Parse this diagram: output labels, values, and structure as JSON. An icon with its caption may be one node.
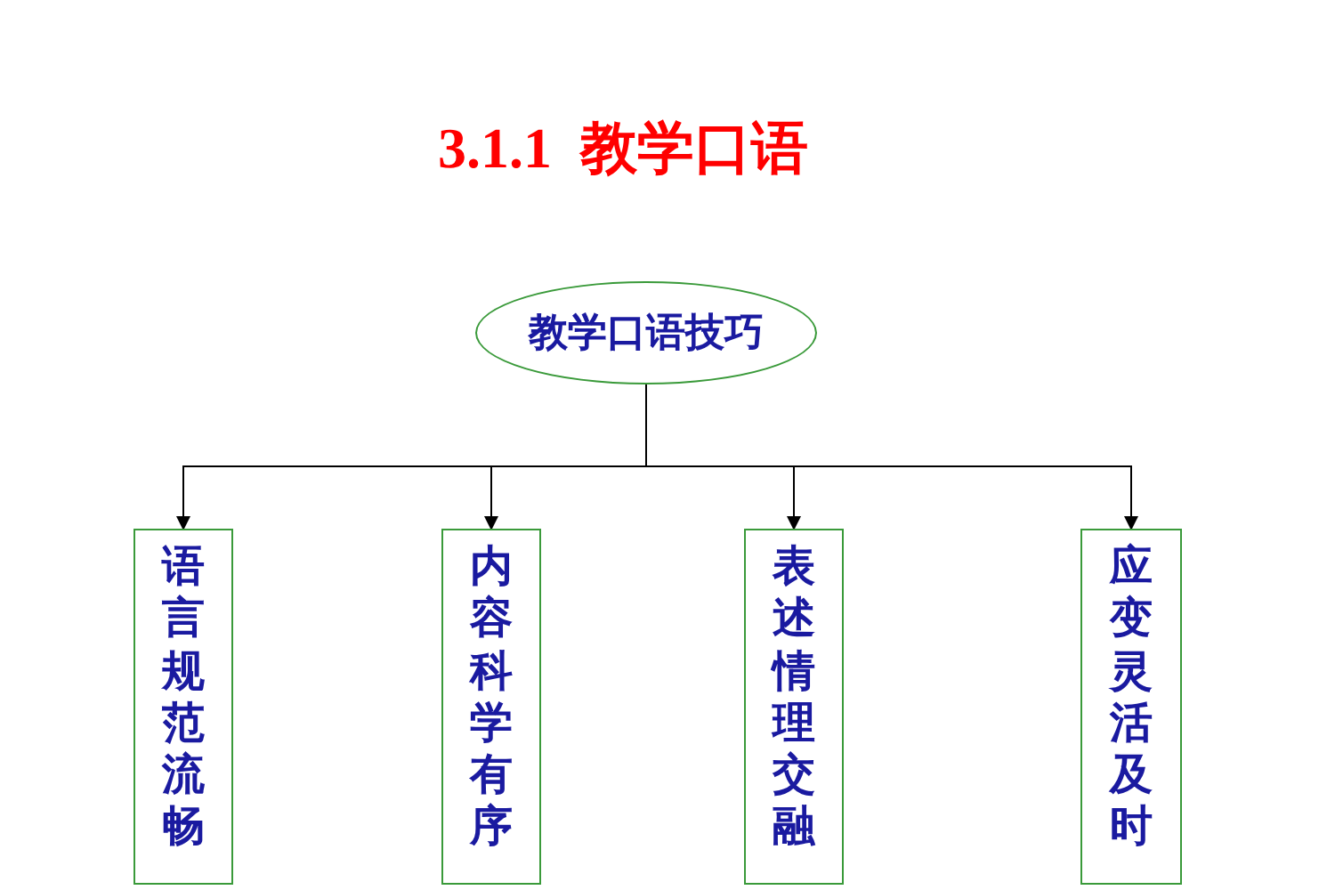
{
  "diagram": {
    "title": "3.1.1  教学口语",
    "nodes": [
      {
        "text": [
          "教学口语技巧"
        ]
      },
      {
        "text": [
          "语言规范流畅"
        ]
      },
      {
        "text": [
          "内容科学有序"
        ]
      },
      {
        "text": [
          "表述情理交融"
        ]
      },
      {
        "text": [
          "应变灵活及时"
        ]
      }
    ],
    "edges": [
      {
        "from": 0,
        "to": 1,
        "arrow": "to"
      },
      {
        "from": 0,
        "to": 2,
        "arrow": "to"
      },
      {
        "from": 0,
        "to": 3,
        "arrow": "to"
      },
      {
        "from": 0,
        "to": 4,
        "arrow": "to"
      }
    ]
  }
}
